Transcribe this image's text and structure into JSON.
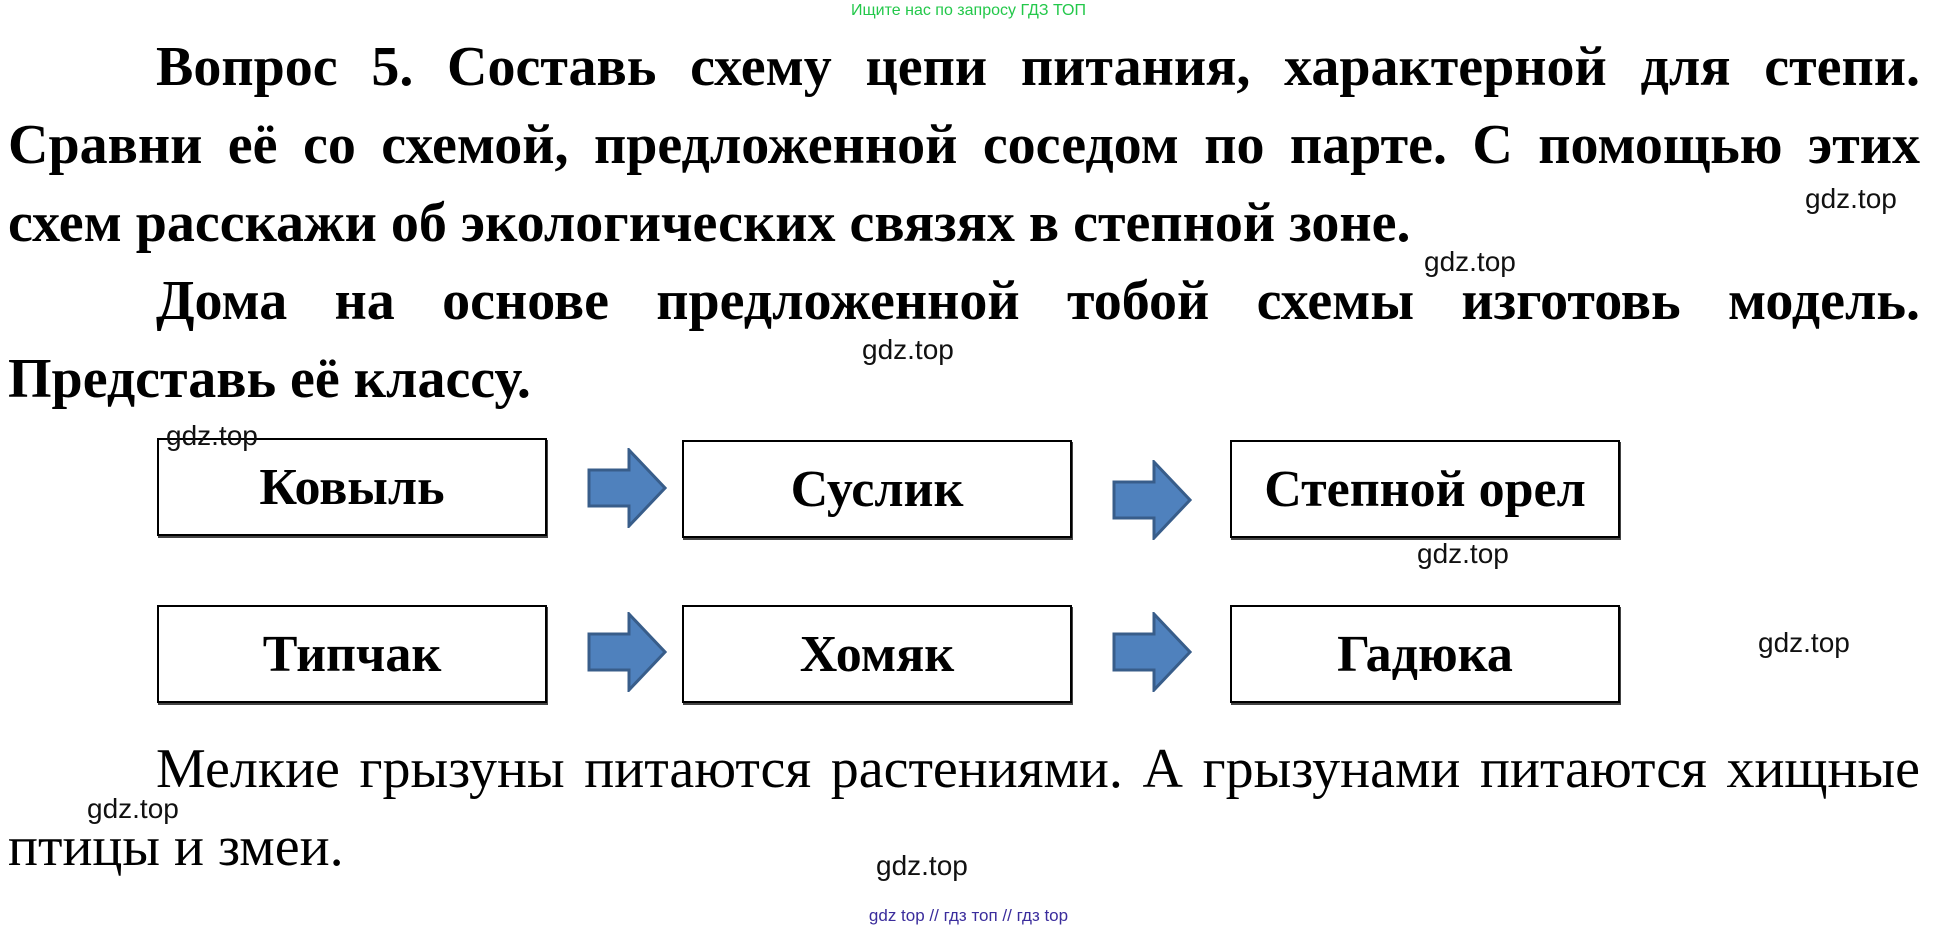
{
  "top_banner": "Ищите нас по запросу ГДЗ ТОП",
  "question": {
    "paragraph1": "Вопрос 5.  Составь схему цепи питания, характерной для степи. Сравни её со схемой, предложенной соседом по парте. С помощью этих схем расскажи об экологических связях в степной зоне.",
    "paragraph2": "Дома на основе предложенной тобой схемы изготовь модель. Представь её классу."
  },
  "chains": [
    {
      "items": [
        "Ковыль",
        "Суслик",
        "Степной орел"
      ]
    },
    {
      "items": [
        "Типчак",
        "Хомяк",
        "Гадюка"
      ]
    }
  ],
  "answer": "Мелкие грызуны питаются растениями. А грызунами питаются хищные птицы и змеи.",
  "watermark": "gdz.top",
  "footer": "gdz top  //  гдз топ  //  гдз top",
  "colors": {
    "arrow_fill": "#4f81bd",
    "arrow_stroke": "#385d8a",
    "banner_text": "#23c84a",
    "footer_text": "#3a2c9c"
  }
}
